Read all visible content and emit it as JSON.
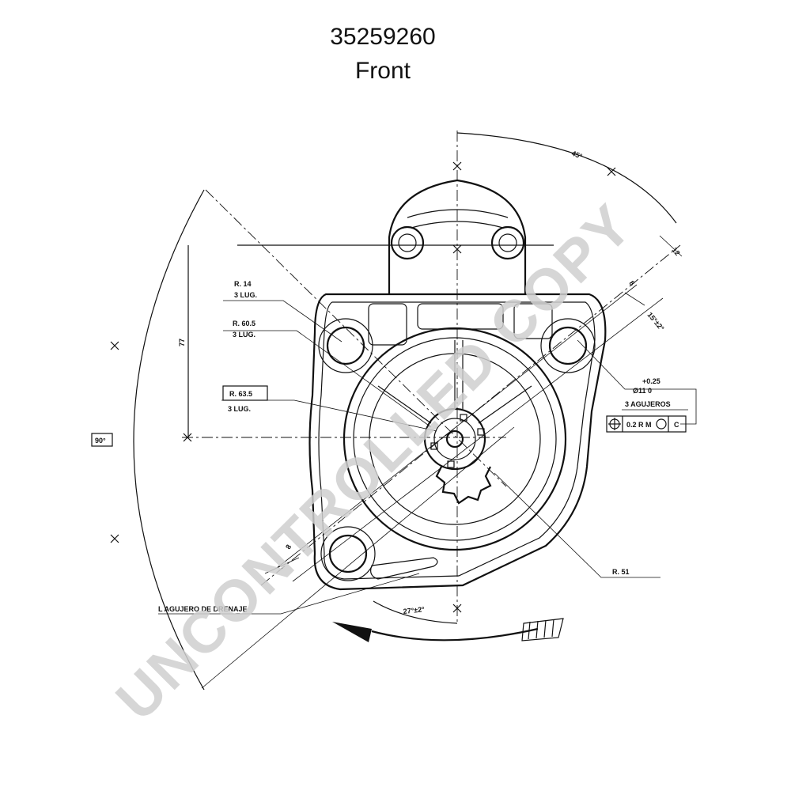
{
  "header": {
    "part_number": "35259260",
    "view": "Front"
  },
  "dimensions": {
    "angle_45": "45°",
    "dim_12": "12",
    "dim_8_top": "8",
    "angle_15": "15°±2°",
    "tol_plus": "+0.25",
    "hole_diameter": "Ø11 0",
    "holes_label": "3 AGUJEROS",
    "fcf_value": "0.2 R M",
    "fcf_datum": "C",
    "r14": "R. 14",
    "r14_lug": "3 LUG.",
    "r60": "R. 60.5",
    "r60_lug": "3 LUG.",
    "r63": "R. 63.5",
    "r63_lug": "3 LUG.",
    "dim_77": "77",
    "angle_90": "90°",
    "r51": "R. 51",
    "drain_hole": "L AGUJERO DE DRENAJE",
    "angle_27": "27°±2°",
    "dim_8_bottom": "8"
  },
  "watermark": {
    "text": "UNCONTROLLED COPY"
  },
  "colors": {
    "line": "#111111",
    "watermark": "#cfcfcf"
  }
}
